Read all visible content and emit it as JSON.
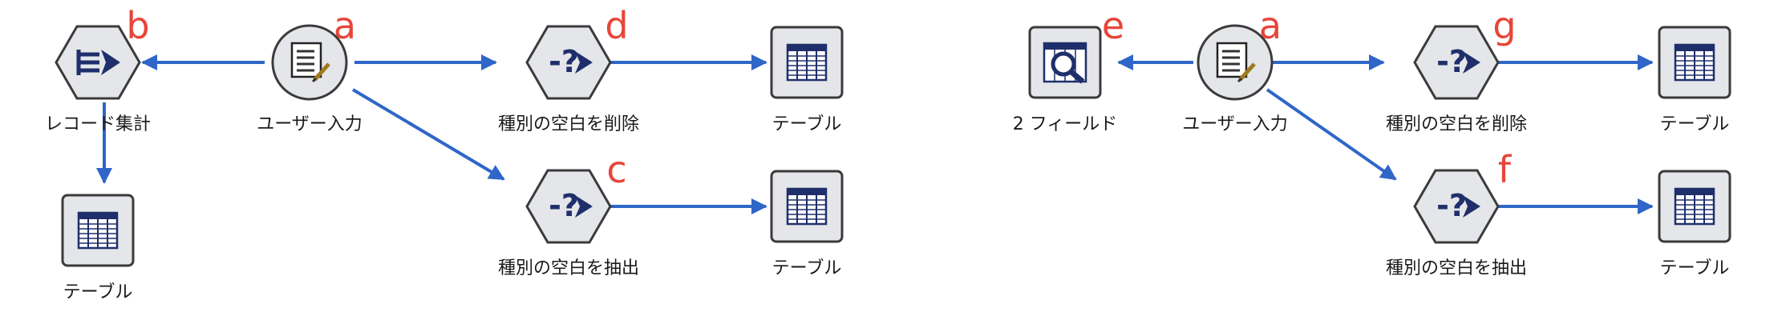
{
  "diagrams": [
    {
      "id": "left",
      "nodes": [
        {
          "key": "agg",
          "type": "hex-aggregate",
          "label": "レコード集計",
          "letter": "b"
        },
        {
          "key": "input",
          "type": "circle-input",
          "label": "ユーザー入力",
          "letter": "a"
        },
        {
          "key": "disc",
          "type": "hex-question",
          "label": "種別の空白を削除",
          "letter": "d"
        },
        {
          "key": "tab1",
          "type": "square-table",
          "label": "テーブル",
          "letter": ""
        },
        {
          "key": "sel",
          "type": "hex-question",
          "label": "種別の空白を抽出",
          "letter": "c"
        },
        {
          "key": "tab2",
          "type": "square-table",
          "label": "テーブル",
          "letter": ""
        },
        {
          "key": "tab3",
          "type": "square-table",
          "label": "テーブル",
          "letter": ""
        }
      ]
    },
    {
      "id": "right",
      "nodes": [
        {
          "key": "field",
          "type": "square-field",
          "label": "2 フィールド",
          "letter": "e"
        },
        {
          "key": "input",
          "type": "circle-input",
          "label": "ユーザー入力",
          "letter": "a"
        },
        {
          "key": "disc",
          "type": "hex-question",
          "label": "種別の空白を削除",
          "letter": "g"
        },
        {
          "key": "tab1",
          "type": "square-table",
          "label": "テーブル",
          "letter": ""
        },
        {
          "key": "sel",
          "type": "hex-question",
          "label": "種別の空白を抽出",
          "letter": "f"
        },
        {
          "key": "tab2",
          "type": "square-table",
          "label": "テーブル",
          "letter": ""
        }
      ]
    }
  ],
  "colors": {
    "arrow": "#2f66c8",
    "letter": "#e8453a",
    "node_fill": "#e4e6ea",
    "node_stroke": "#3b3b3b",
    "icon": "#1f2f6b"
  },
  "icons": {
    "hex-aggregate": "aggregate-icon",
    "circle-input": "user-input-icon",
    "hex-question": "question-arrow-icon",
    "square-table": "table-icon",
    "square-field": "magnifier-icon"
  }
}
